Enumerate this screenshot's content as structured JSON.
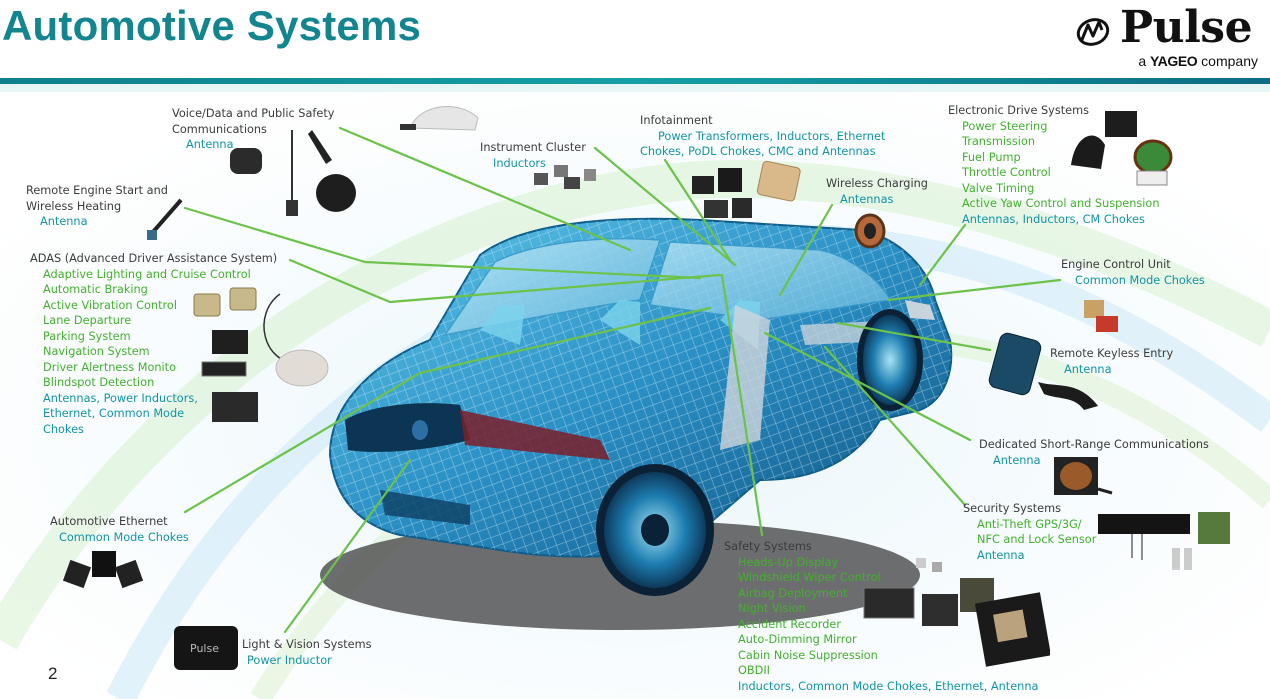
{
  "header": {
    "title": "Automotive Systems",
    "brand": "Pulse",
    "brand_sub_prefix": "a ",
    "brand_sub_strong": "YAGEO",
    "brand_sub_suffix": " company"
  },
  "page_number": "2",
  "colors": {
    "title": "#12858f",
    "item_green": "#44b02e",
    "item_teal": "#1294a6",
    "heading": "#3b3b3b",
    "leader_lines": "#6cc24a",
    "top_bar": "#0e8a96"
  },
  "labels": {
    "voice": {
      "heading": "Voice/Data and Public Safety",
      "heading2": "Communications",
      "items": [
        "Antenna"
      ]
    },
    "remote_start": {
      "heading": "Remote Engine Start and",
      "heading2": "Wireless Heating",
      "items": [
        "Antenna"
      ]
    },
    "adas": {
      "heading": "ADAS (Advanced Driver Assistance System)",
      "items": [
        "Adaptive Lighting and Cruise Control",
        "Automatic Braking",
        "Active Vibration Control",
        "Lane Departure",
        "Parking System",
        "Navigation System",
        "Driver Alertness Monito",
        "Blindspot Detection",
        "Antennas, Power Inductors,",
        "Ethernet, Common Mode",
        "Chokes"
      ]
    },
    "instrument": {
      "heading": "Instrument Cluster",
      "items": [
        "Inductors"
      ]
    },
    "infotainment": {
      "heading": "Infotainment",
      "items": [
        "Power Transformers, Inductors, Ethernet",
        "Chokes, PoDL Chokes, CMC and Antennas"
      ]
    },
    "wireless_charging": {
      "heading": "Wireless Charging",
      "items": [
        "Antennas"
      ]
    },
    "electronic_drive": {
      "heading": "Electronic Drive Systems",
      "items": [
        "Power Steering",
        "Transmission",
        "Fuel Pump",
        "Throttle Control",
        "Valve Timing",
        "Active Yaw Control and Suspension",
        "Antennas, Inductors, CM Chokes"
      ]
    },
    "ecu": {
      "heading": "Engine Control Unit",
      "items": [
        "Common Mode Chokes"
      ]
    },
    "keyless": {
      "heading": "Remote Keyless Entry",
      "items": [
        "Antenna"
      ]
    },
    "dsrc": {
      "heading": "Dedicated Short-Range Communications",
      "items": [
        "Antenna"
      ]
    },
    "security": {
      "heading": "Security Systems",
      "items": [
        "Anti-Theft GPS/3G/",
        "NFC and Lock Sensor",
        "Antenna"
      ]
    },
    "safety": {
      "heading": "Safety Systems",
      "items": [
        "Heads-Up Display",
        "Windshield Wiper Control",
        "Airbag Deployment",
        "Night Vision",
        "Accident Recorder",
        "Auto-Dimming Mirror",
        "Cabin Noise Suppression",
        "OBDII",
        "Inductors, Common Mode Chokes, Ethernet, Antenna"
      ]
    },
    "auto_ethernet": {
      "heading": "Automotive Ethernet",
      "items": [
        "Common Mode Chokes"
      ]
    },
    "light_vision": {
      "heading": "Light & Vision Systems",
      "items": [
        "Power Inductor"
      ]
    }
  },
  "part_markings": {
    "pulse_mark": "Pulse"
  }
}
